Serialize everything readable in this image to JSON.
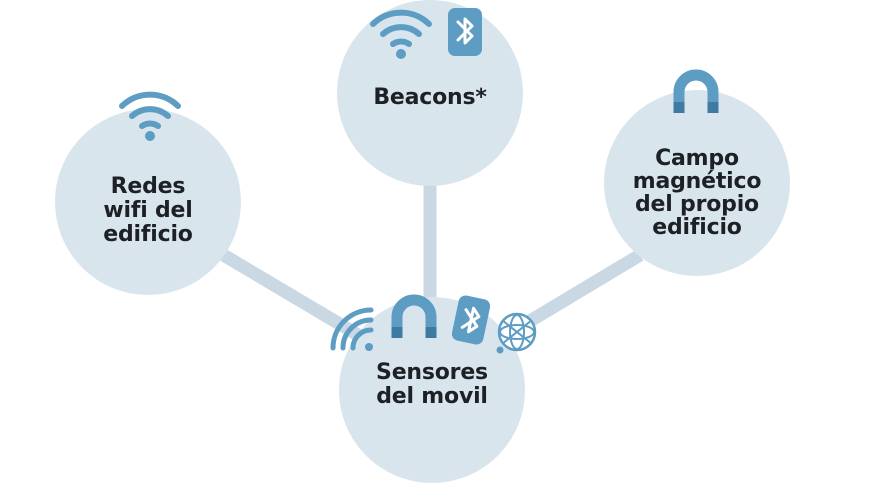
{
  "nodes": {
    "wifi": {
      "label": "Redes\nwifi del\nedificio"
    },
    "beacons": {
      "label": "Beacons*"
    },
    "magnetic": {
      "label": "Campo\nmagnético\ndel propio\nedificio"
    },
    "sensors": {
      "label": "Sensores\ndel movil"
    }
  },
  "icons": [
    "wifi-icon",
    "bluetooth-icon",
    "magnet-icon",
    "compass-icon"
  ],
  "colors": {
    "node_fill": "#d9e5ed",
    "link": "#c9d8e2",
    "icon_blue": "#5d9cc3",
    "icon_dark": "#3f7aa0",
    "text": "#1d2126"
  }
}
